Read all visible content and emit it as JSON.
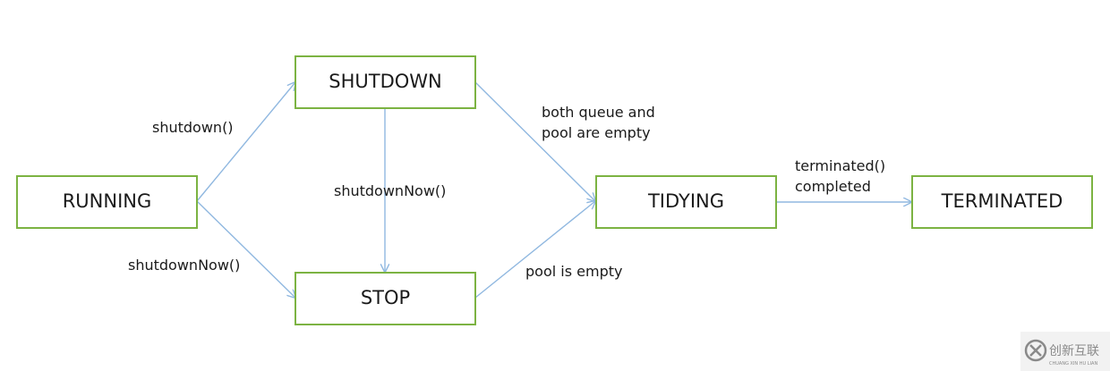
{
  "states": {
    "running": "RUNNING",
    "shutdown": "SHUTDOWN",
    "stop": "STOP",
    "tidying": "TIDYING",
    "terminated": "TERMINATED"
  },
  "transitions": {
    "running_to_shutdown": "shutdown()",
    "running_to_stop": "shutdownNow()",
    "shutdown_to_stop": "shutdownNow()",
    "shutdown_to_tidying": [
      "both queue and",
      "pool are empty"
    ],
    "stop_to_tidying": "pool is empty",
    "tidying_to_terminated": [
      "terminated()",
      "completed"
    ]
  },
  "colors": {
    "box_border": "#7cb342",
    "arrow": "#90b8e0",
    "text": "#1a1a1a"
  },
  "watermark": {
    "brand": "创新互联",
    "sub": "CHUANG XIN HU LIAN"
  }
}
